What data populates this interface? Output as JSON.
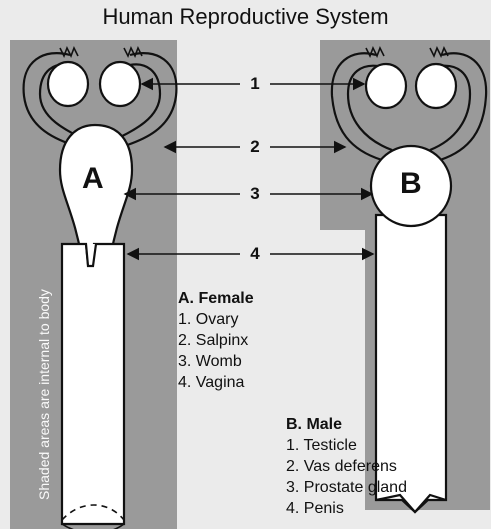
{
  "title": "Human Reproductive System",
  "callouts": [
    "1",
    "2",
    "3",
    "4"
  ],
  "female": {
    "letter": "A",
    "heading": "A. Female",
    "items": [
      "1. Ovary",
      "2. Salpinx",
      "3. Womb",
      "4. Vagina"
    ]
  },
  "male": {
    "letter": "B",
    "heading": "B. Male",
    "items": [
      "1. Testicle",
      "2. Vas deferens",
      "3. Prostate gland",
      "4. Penis"
    ]
  },
  "side_note": "Shaded areas are internal to body",
  "colors": {
    "shade": "#9a9a9a",
    "background": "#ebebeb",
    "organ_fill": "#ffffff",
    "stroke": "#111111"
  }
}
